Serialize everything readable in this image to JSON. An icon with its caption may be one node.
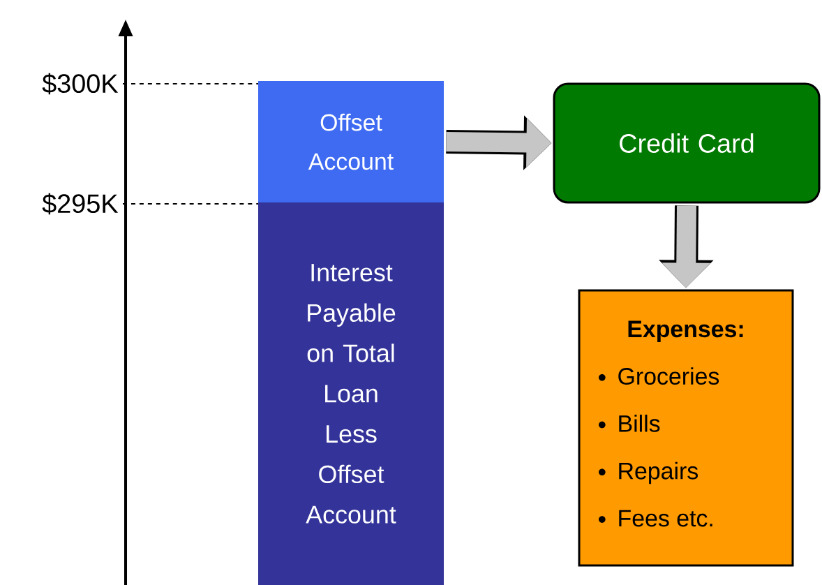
{
  "diagram": {
    "nodes": [
      {
        "text": [
          "Offset Account"
        ]
      },
      {
        "text": [
          "Interest Payable on Total Loan Less Offset Account"
        ]
      },
      {
        "text": [
          "Credit Card"
        ]
      },
      {
        "text": [
          "Expenses:",
          "Groceries",
          "Bills",
          "Repairs",
          "Fees etc."
        ]
      }
    ],
    "edges": [
      {
        "from": 0,
        "to": 2,
        "arrow": "to"
      },
      {
        "from": 2,
        "to": 3,
        "arrow": "to"
      }
    ],
    "labels": [
      "$300K",
      "$295K"
    ]
  }
}
